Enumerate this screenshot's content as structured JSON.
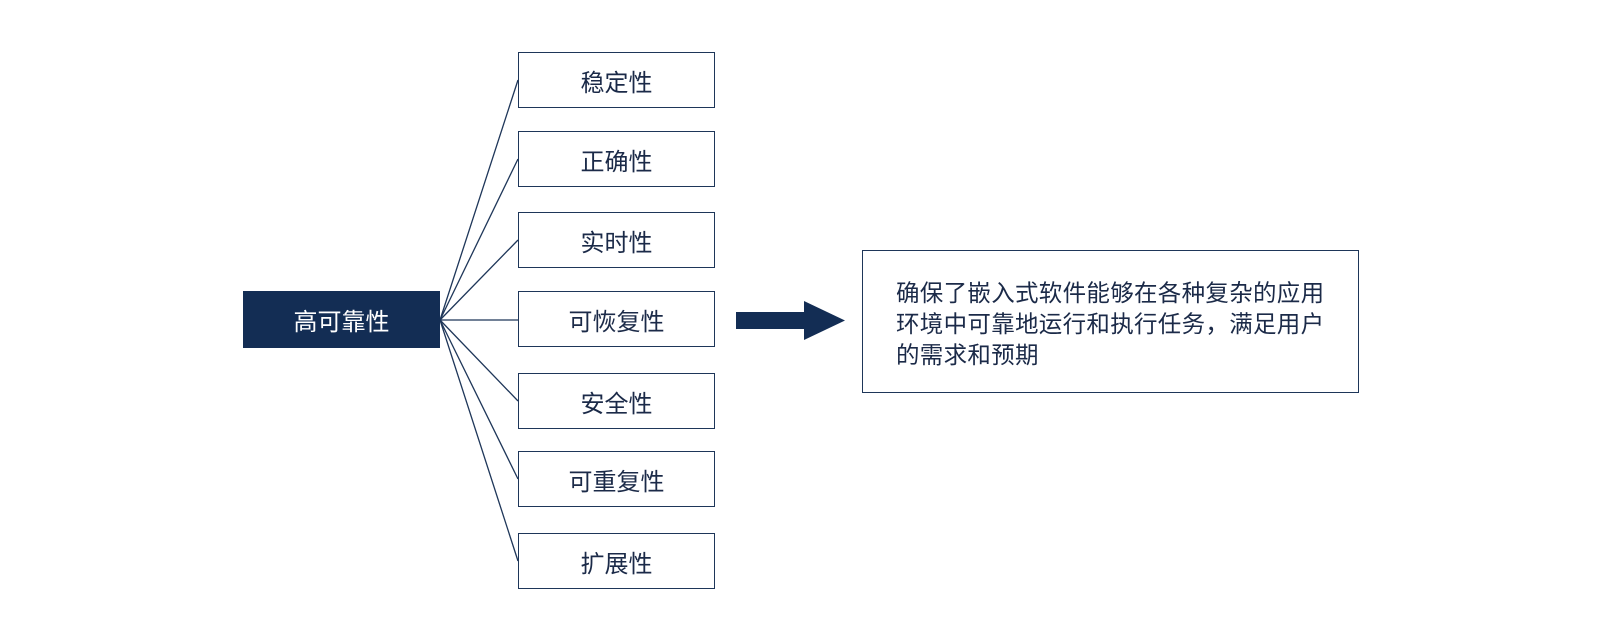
{
  "root": {
    "label": "高可靠性"
  },
  "branches": [
    {
      "label": "稳定性"
    },
    {
      "label": "正确性"
    },
    {
      "label": "实时性"
    },
    {
      "label": "可恢复性"
    },
    {
      "label": "安全性"
    },
    {
      "label": "可重复性"
    },
    {
      "label": "扩展性"
    }
  ],
  "description": {
    "text": "确保了嵌入式软件能够在各种复杂的应用环境中可靠地运行和执行任务，满足用户的需求和预期"
  },
  "colors": {
    "primary_navy": "#132d54",
    "line": "#1e3659",
    "text": "#1b2a48"
  },
  "icons": {
    "arrow": "right-arrow-icon"
  }
}
